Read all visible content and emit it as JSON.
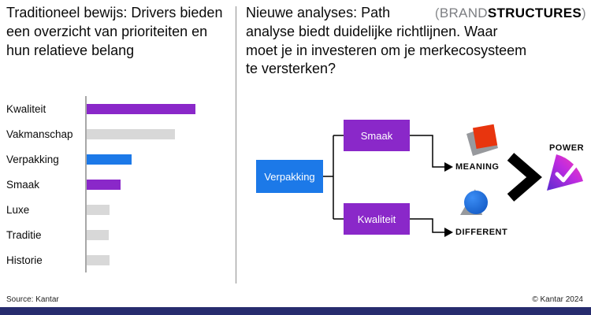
{
  "left": {
    "title": "Traditioneel bewijs: Drivers bieden een overzicht van prioriteiten en hun relatieve belang"
  },
  "right": {
    "title_line1": "Nieuwe analyses: Path",
    "title_rest": "analyse biedt duidelijke richtlijnen. Waar moet je in investeren om je merkecosysteem te versterken?",
    "logo": {
      "open": "(",
      "brand": "BRAND",
      "structures": "STRUCTURES",
      "close": ")"
    }
  },
  "chart_data": {
    "type": "bar",
    "orientation": "horizontal",
    "title": "",
    "xlabel": "",
    "ylabel": "",
    "categories": [
      "Kwaliteit",
      "Vakmanschap",
      "Verpakking",
      "Smaak",
      "Luxe",
      "Traditie",
      "Historie"
    ],
    "values": [
      100,
      81,
      41,
      31,
      21,
      20,
      21
    ],
    "xlim": [
      0,
      100
    ],
    "grid": false,
    "bar_colors": [
      "#8a28c9",
      "#d8d8d8",
      "#1c79e8",
      "#8a28c9",
      "#d8d8d8",
      "#d8d8d8",
      "#d8d8d8"
    ]
  },
  "diagram": {
    "source_node": "Verpakking",
    "mid_nodes": [
      "Smaak",
      "Kwaliteit"
    ],
    "outcome_labels": [
      "MEANING",
      "DIFFERENT"
    ],
    "power_label": "POWER",
    "colors": {
      "blue": "#1c79e8",
      "purple": "#8a28c9"
    }
  },
  "footer": {
    "source": "Source: Kantar",
    "copyright": "© Kantar 2024",
    "bar_color": "#272c6e"
  }
}
